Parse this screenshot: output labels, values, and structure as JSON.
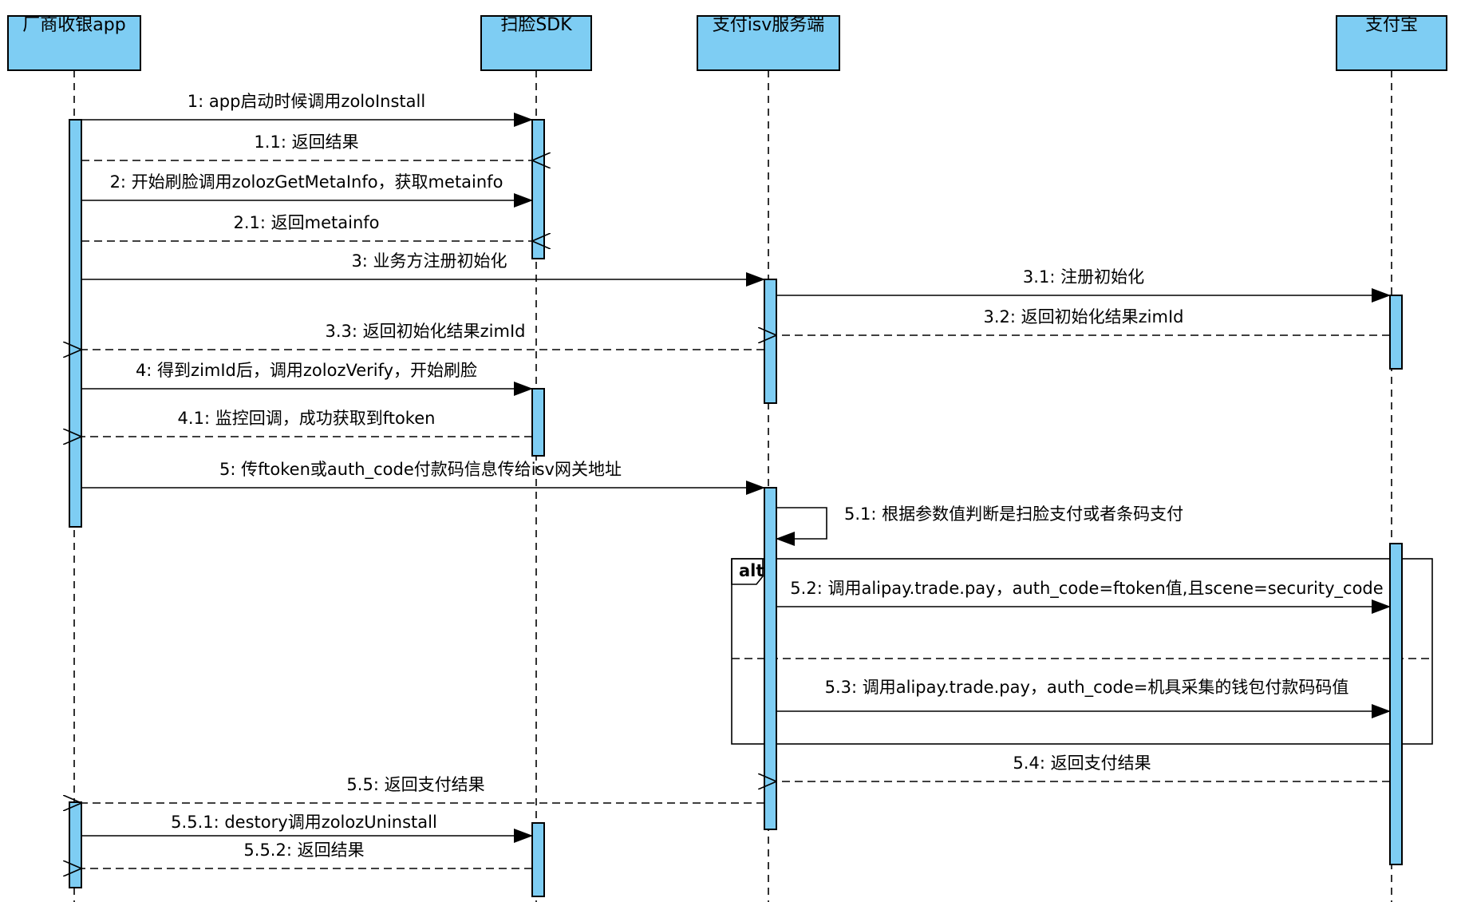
{
  "participants": [
    {
      "id": "app",
      "name": "厂商收银app"
    },
    {
      "id": "sdk",
      "name": "扫脸SDK"
    },
    {
      "id": "isv",
      "name": "支付isv服务端"
    },
    {
      "id": "alipay",
      "name": "支付宝"
    }
  ],
  "fragment": {
    "keyword": "alt"
  },
  "messages": [
    {
      "num": "1",
      "text": "1: app启动时候调用zoloInstall",
      "from": "app",
      "to": "sdk",
      "kind": "call"
    },
    {
      "num": "1.1",
      "text": "1.1: 返回结果",
      "from": "sdk",
      "to": "app",
      "kind": "return"
    },
    {
      "num": "2",
      "text": "2: 开始刷脸调用zolozGetMetaInfo，获取metainfo",
      "from": "app",
      "to": "sdk",
      "kind": "call"
    },
    {
      "num": "2.1",
      "text": "2.1: 返回metainfo",
      "from": "sdk",
      "to": "app",
      "kind": "return"
    },
    {
      "num": "3",
      "text": "3: 业务方注册初始化",
      "from": "app",
      "to": "isv",
      "kind": "call"
    },
    {
      "num": "3.1",
      "text": "3.1: 注册初始化",
      "from": "isv",
      "to": "alipay",
      "kind": "call"
    },
    {
      "num": "3.2",
      "text": "3.2: 返回初始化结果zimId",
      "from": "alipay",
      "to": "isv",
      "kind": "return"
    },
    {
      "num": "3.3",
      "text": "3.3: 返回初始化结果zimId",
      "from": "isv",
      "to": "app",
      "kind": "return"
    },
    {
      "num": "4",
      "text": "4: 得到zimId后，调用zolozVerify，开始刷脸",
      "from": "app",
      "to": "sdk",
      "kind": "call"
    },
    {
      "num": "4.1",
      "text": "4.1: 监控回调，成功获取到ftoken",
      "from": "sdk",
      "to": "app",
      "kind": "return"
    },
    {
      "num": "5",
      "text": "5: 传ftoken或auth_code付款码信息传给isv网关地址",
      "from": "app",
      "to": "isv",
      "kind": "call"
    },
    {
      "num": "5.1",
      "text": "5.1: 根据参数值判断是扫脸支付或者条码支付",
      "from": "isv",
      "to": "isv",
      "kind": "self"
    },
    {
      "num": "5.2",
      "text": "5.2: 调用alipay.trade.pay，auth_code=ftoken值,且scene=security_code",
      "from": "isv",
      "to": "alipay",
      "kind": "call"
    },
    {
      "num": "5.3",
      "text": "5.3: 调用alipay.trade.pay，auth_code=机具采集的钱包付款码码值",
      "from": "isv",
      "to": "alipay",
      "kind": "call"
    },
    {
      "num": "5.4",
      "text": "5.4: 返回支付结果",
      "from": "alipay",
      "to": "isv",
      "kind": "return"
    },
    {
      "num": "5.5",
      "text": "5.5: 返回支付结果",
      "from": "isv",
      "to": "app",
      "kind": "return"
    },
    {
      "num": "5.5.1",
      "text": "5.5.1: destory调用zolozUninstall",
      "from": "app",
      "to": "sdk",
      "kind": "call"
    },
    {
      "num": "5.5.2",
      "text": "5.5.2: 返回结果",
      "from": "sdk",
      "to": "app",
      "kind": "return"
    }
  ],
  "colors": {
    "box_fill": "#7ecdf3",
    "line": "#000000"
  }
}
